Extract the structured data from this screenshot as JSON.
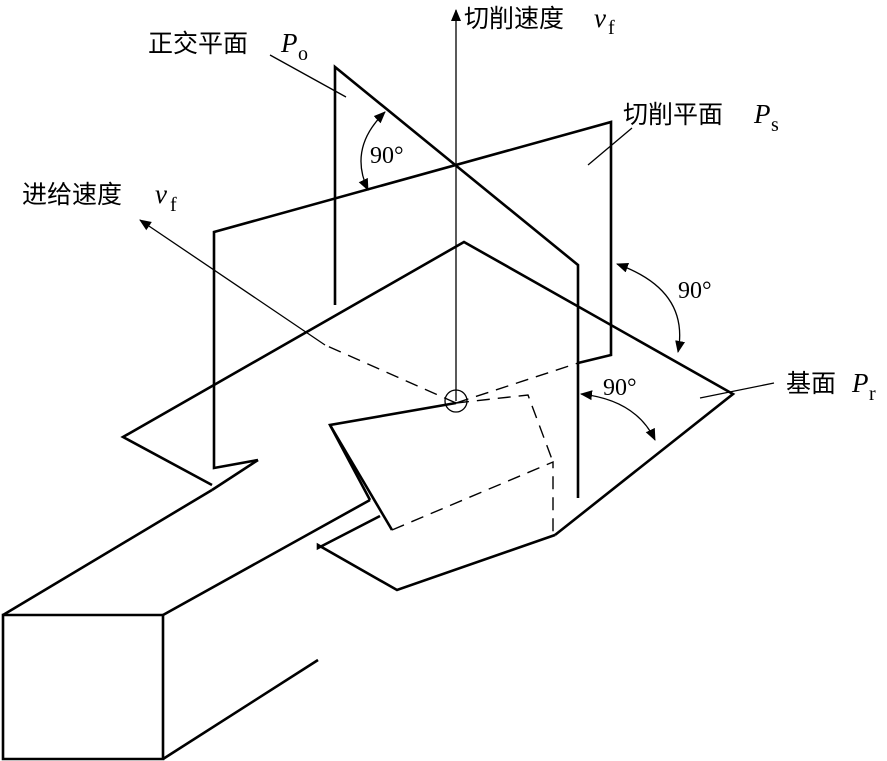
{
  "labels": {
    "orthogonal_plane": {
      "text": "正交平面",
      "symbol": "P",
      "subscript": "o"
    },
    "cutting_speed": {
      "text": "切削速度",
      "symbol": "v",
      "subscript": "f"
    },
    "cutting_plane": {
      "text": "切削平面",
      "symbol": "P",
      "subscript": "s"
    },
    "feed_speed": {
      "text": "进给速度",
      "symbol": "v",
      "subscript": "f"
    },
    "base_plane": {
      "text": "基面",
      "symbol": "P",
      "subscript": "r"
    }
  },
  "angles": {
    "orthogonal_to_cutting": "90°",
    "cutting_to_base": "90°",
    "orthogonal_to_base": "90°"
  },
  "colors": {
    "line": "#000000",
    "background": "#ffffff"
  }
}
